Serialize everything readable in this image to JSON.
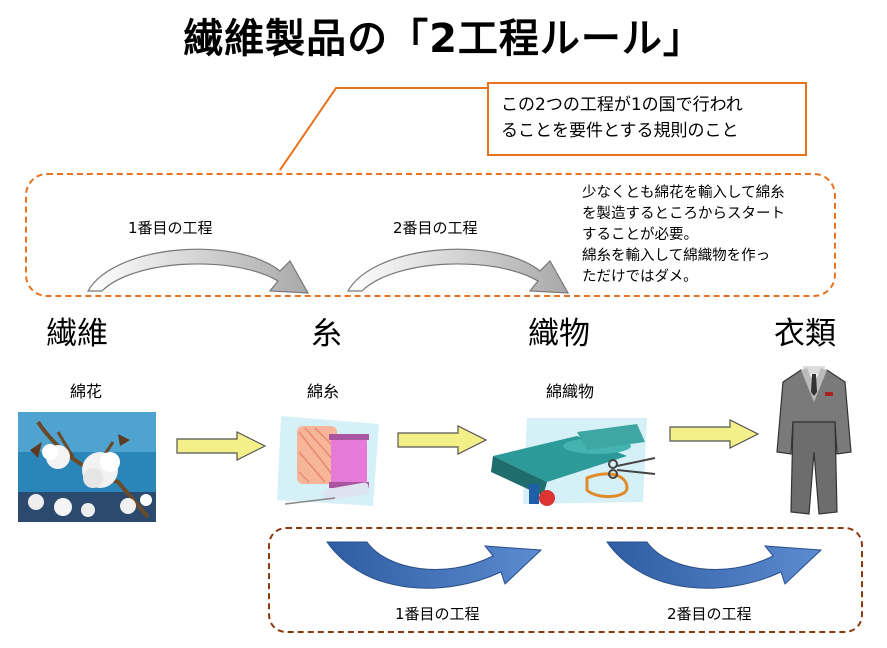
{
  "title": "繊維製品の「2工程ルール」",
  "callout": {
    "line1": "この2つの工程が1の国で行われ",
    "line2": "ることを要件とする規則のこと"
  },
  "top_steps": [
    "1番目の工程",
    "2番目の工程"
  ],
  "note_lines": [
    "少なくとも綿花を輸入して綿糸",
    "を製造するところからスタート",
    "することが必要。",
    "綿糸を輸入して綿織物を作っ",
    "ただけではダメ。"
  ],
  "categories": [
    "繊維",
    "糸",
    "織物",
    "衣類"
  ],
  "materials": [
    "綿花",
    "綿糸",
    "綿織物"
  ],
  "bottom_steps": [
    "1番目の工程",
    "2番目の工程"
  ],
  "colors": {
    "orange_border": "#E8731E",
    "brown_border": "#8B3A0E",
    "yellow_arrow": "#F3F08A",
    "blue_arrow": "#3F6FB5",
    "gray_arrow": "#C8C8C8"
  },
  "icons": [
    "cotton-plant-image",
    "thread-spools-image",
    "fabric-rolls-image",
    "suit-image"
  ]
}
